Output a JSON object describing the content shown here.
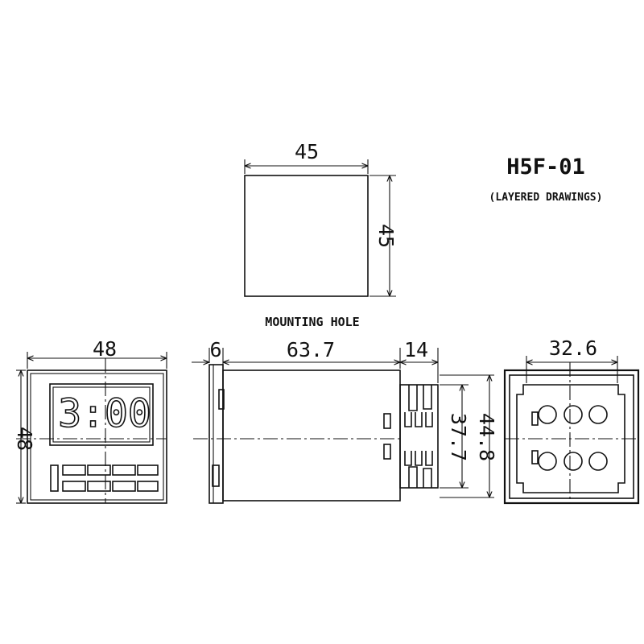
{
  "title": "H5F-01",
  "subtitle": "(LAYERED DRAWINGS)",
  "mounting_hole": {
    "label": "MOUNTING HOLE",
    "width": "45",
    "height": "45"
  },
  "front_view": {
    "width": "48",
    "height": "48",
    "display_text": "3:00"
  },
  "side_view": {
    "dim_front": "6",
    "dim_body": "63.7",
    "dim_terminal": "14",
    "dim_inner_height": "37.7",
    "dim_outer_height": "44.8"
  },
  "rear_view": {
    "width": "32.6"
  }
}
